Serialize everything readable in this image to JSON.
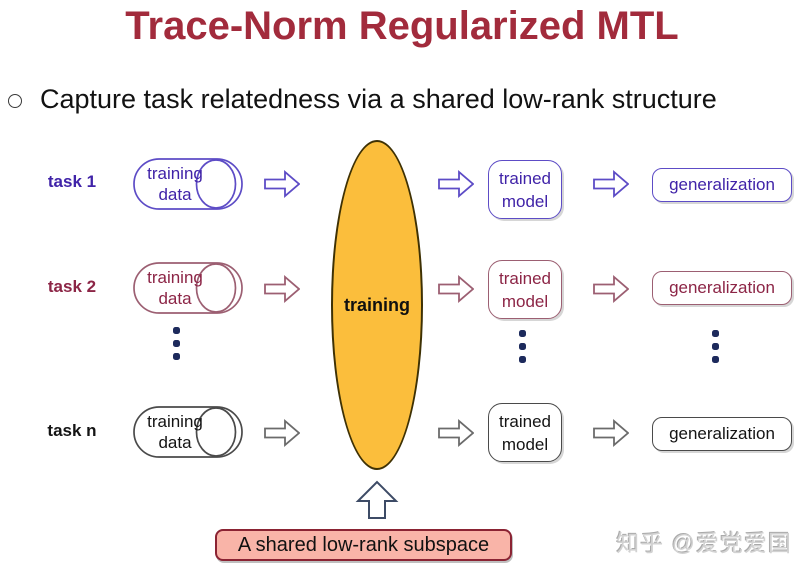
{
  "title": "Trace-Norm Regularized MTL",
  "bullet": {
    "text": "Capture task relatedness via a shared low-rank structure"
  },
  "ellipse_label": "training",
  "subspace_label": "A shared low-rank subspace",
  "watermark": "知乎 @爱党爱国",
  "rows": [
    {
      "task_label": "task 1",
      "cylinder_line1": "training",
      "cylinder_line2": "data",
      "model_line1": "trained",
      "model_line2": "model",
      "generalization": "generalization",
      "text_color": "#4023A8",
      "border_color": "#5D4CC6"
    },
    {
      "task_label": "task 2",
      "cylinder_line1": "training",
      "cylinder_line2": "data",
      "model_line1": "trained",
      "model_line2": "model",
      "generalization": "generalization",
      "text_color": "#8C2546",
      "border_color": "#9C5F72"
    },
    {
      "task_label": "task n",
      "cylinder_line1": "training",
      "cylinder_line2": "data",
      "model_line1": "trained",
      "model_line2": "model",
      "generalization": "generalization",
      "text_color": "#141414",
      "border_color": "#4A4A4A"
    }
  ],
  "colors": {
    "title": "#A22B3C",
    "ellipse_fill": "#FBBE3C",
    "ellipse_border": "#3E3104",
    "dots": "#1D2A5C",
    "up_arrow": "#3D4B66",
    "subspace_fill": "#F9B4A8",
    "subspace_border": "#8B2333",
    "watermark": "#D2D2D2"
  }
}
